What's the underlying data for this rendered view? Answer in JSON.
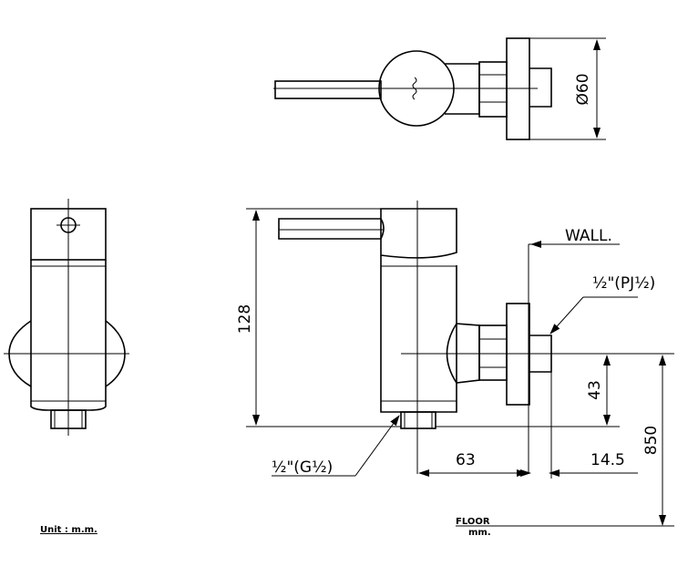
{
  "labels": {
    "diameter": "Ø60",
    "wall": "WALL.",
    "inlet_thread": "½\"(PJ½)",
    "outlet_thread": "½\"(G½)",
    "height": "128",
    "offset": "43",
    "depth": "63",
    "wall_gap": "14.5",
    "floor_height": "850",
    "floor": "FLOOR",
    "floor_unit": "mm.",
    "unit": "Unit : m.m."
  }
}
